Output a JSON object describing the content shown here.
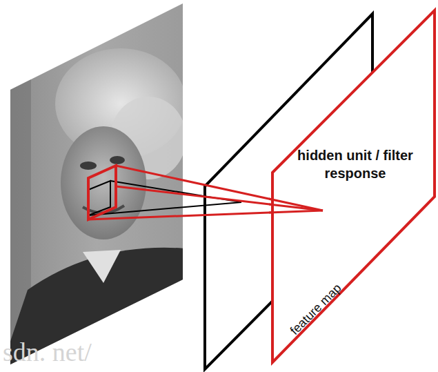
{
  "diagram": {
    "nodes": [
      {
        "text": [
          "hidden unit / filter response",
          "feature map"
        ]
      }
    ],
    "labels": [
      "sdn. net/"
    ]
  }
}
